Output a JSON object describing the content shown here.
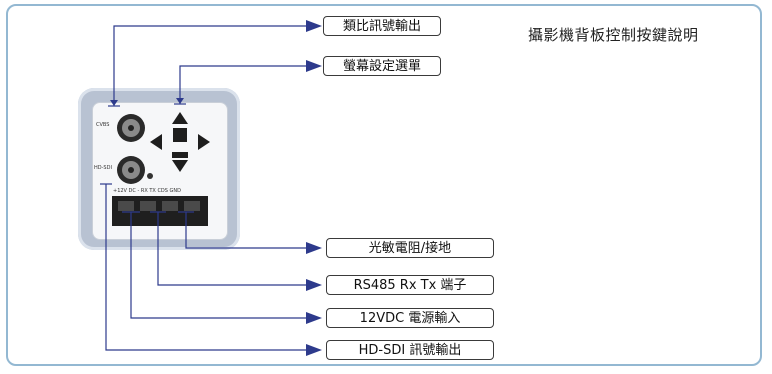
{
  "title": "攝影機背板控制按鍵說明",
  "labels": {
    "analog_out": "類比訊號輸出",
    "osd_menu": "螢幕設定選單",
    "cds_gnd": "光敏電阻/接地",
    "rs485": "RS485 Rx Tx 端子",
    "power": "12VDC 電源輸入",
    "hdsdi": "HD-SDI 訊號輸出"
  },
  "panel": {
    "port_cvbs": "CVBS",
    "port_hdsdi": "HD-SDI",
    "terminals": "+12V DC -  RX TX  CDS GND"
  },
  "colors": {
    "line": "#2d3a8c",
    "frame": "#93b8d2",
    "panel": "#b8c2d2"
  }
}
